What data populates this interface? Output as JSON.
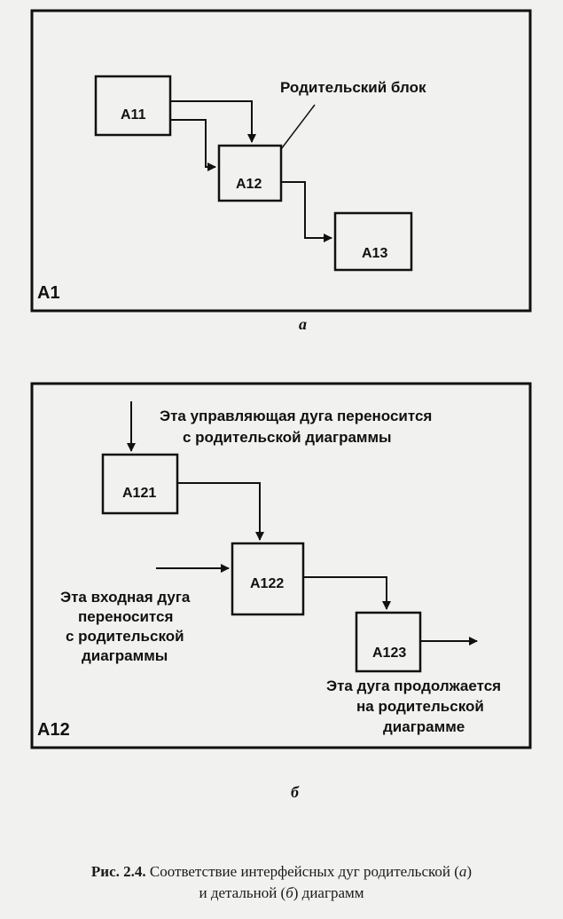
{
  "diagram_a": {
    "frame_id": "A1",
    "subtitle": "а",
    "parent_label": "Родительский блок",
    "boxes": [
      "A11",
      "A12",
      "A13"
    ]
  },
  "diagram_b": {
    "frame_id": "A12",
    "subtitle": "б",
    "control_note": [
      "Эта управляющая дуга переносится",
      "с родительской диаграммы"
    ],
    "input_note": [
      "Эта входная дуга",
      "переносится",
      "с родительской",
      "диаграммы"
    ],
    "output_note": [
      "Эта дуга продолжается",
      "на родительской",
      "диаграмме"
    ],
    "boxes": [
      "A121",
      "A122",
      "A123"
    ]
  },
  "caption": {
    "label": "Рис. 2.4.",
    "text_1": " Соответствие интерфейсных дуг родительской (",
    "a": "а",
    "text_2": ")",
    "line2_1": "и детальной (",
    "b": "б",
    "line2_2": ") диаграмм"
  }
}
